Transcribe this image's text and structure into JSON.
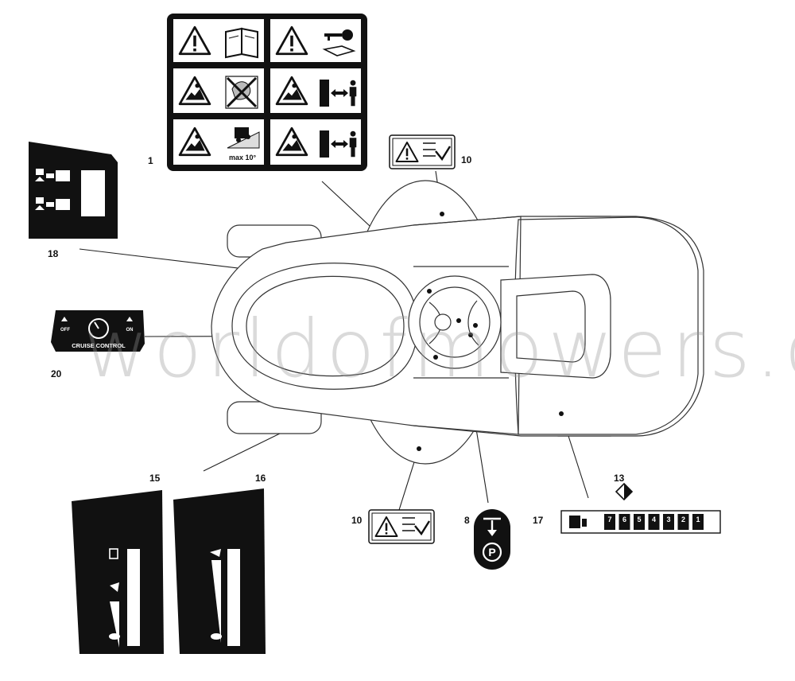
{
  "labels": {
    "n1": "1",
    "n8": "8",
    "n10a": "10",
    "n10b": "10",
    "n13": "13",
    "n15": "15",
    "n16": "16",
    "n17": "17",
    "n18": "18",
    "n20": "20"
  },
  "decal1": {
    "slope_text": "max 10°"
  },
  "decal20": {
    "off": "OFF",
    "on": "ON",
    "title": "CRUISE CONTROL"
  },
  "decal8": {
    "park": "P"
  },
  "decal17": {
    "gears": [
      "7",
      "6",
      "5",
      "4",
      "3",
      "2",
      "1"
    ]
  },
  "watermark": "worldofmowers.co.uk",
  "colors": {
    "line": "#111111",
    "decal": "#111111",
    "paper": "#ffffff",
    "watermark": "#969696"
  },
  "icons": [
    "warning-triangle-icon",
    "manual-book-icon",
    "key-icon",
    "thrown-object-icon",
    "no-passenger-icon",
    "safe-distance-icon",
    "slope-rollover-icon",
    "tortoise-icon",
    "hare-icon",
    "park-brake-icon",
    "gear-icon"
  ]
}
